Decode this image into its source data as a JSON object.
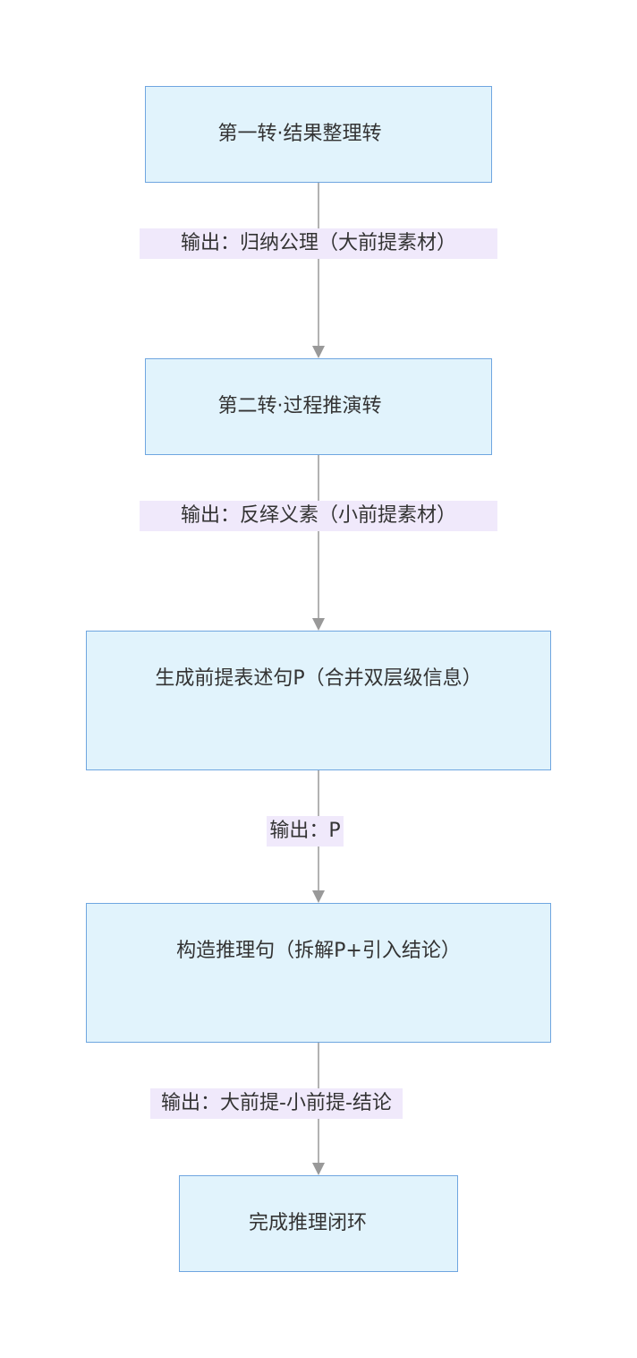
{
  "nodes": [
    {
      "label": "第一转·结果整理转"
    },
    {
      "label": "第二转·过程推演转"
    },
    {
      "label": "生成前提表述句P（合并双层级信息）"
    },
    {
      "label": "构造推理句（拆解P+引入结论）"
    },
    {
      "label": "完成推理闭环"
    }
  ],
  "edges": [
    {
      "label": "输出：归纳公理（大前提素材）"
    },
    {
      "label": "输出：反绎义素（小前提素材）"
    },
    {
      "label": "输出：P"
    },
    {
      "label": "输出：大前提-小前提-结论"
    }
  ],
  "colors": {
    "node_fill": "#e1f3fc",
    "node_border": "#6fa6e0",
    "edge_label_bg": "#f0e9fb",
    "arrow": "#999999",
    "text": "#333333"
  }
}
